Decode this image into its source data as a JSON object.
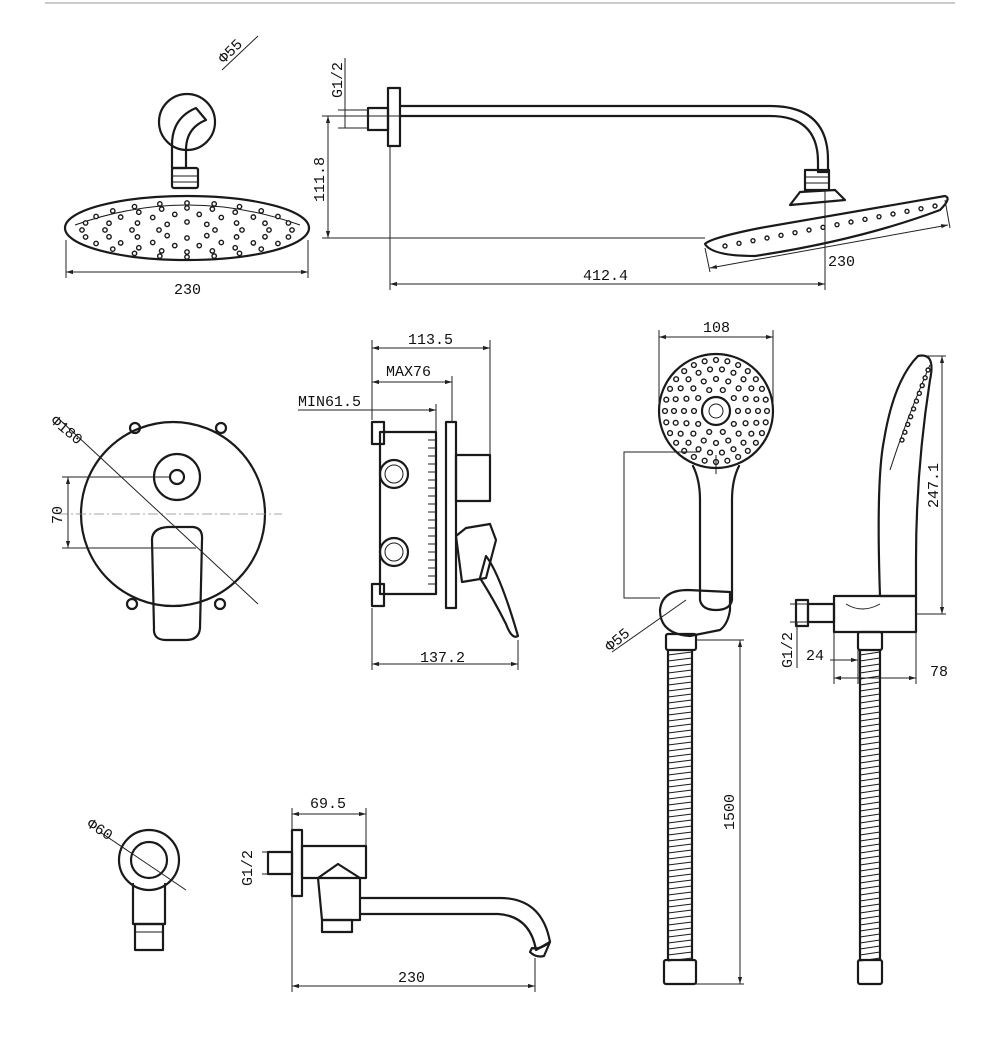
{
  "labels": {
    "head_arm_dia": "Φ55",
    "head_width_front": "230",
    "arm_thread": "G1/2",
    "arm_drop": "111.8",
    "arm_reach": "412.4",
    "head_width_side": "230",
    "plate_dia": "Φ180",
    "plate_spacing": "70",
    "body_depth": "113.5",
    "body_max": "MAX76",
    "body_min": "MIN61.5",
    "body_total": "137.2",
    "hand_width": "108",
    "hand_length": "247.1",
    "holder_dia": "Φ55",
    "holder_thread": "G1/2",
    "holder_24": "24",
    "holder_78": "78",
    "hose_length": "1500",
    "spout_dia": "Φ60",
    "spout_thread": "G1/2",
    "spout_695": "69.5",
    "spout_reach": "230"
  },
  "colors": {
    "line": "#1a1a1a",
    "background": "#ffffff"
  }
}
